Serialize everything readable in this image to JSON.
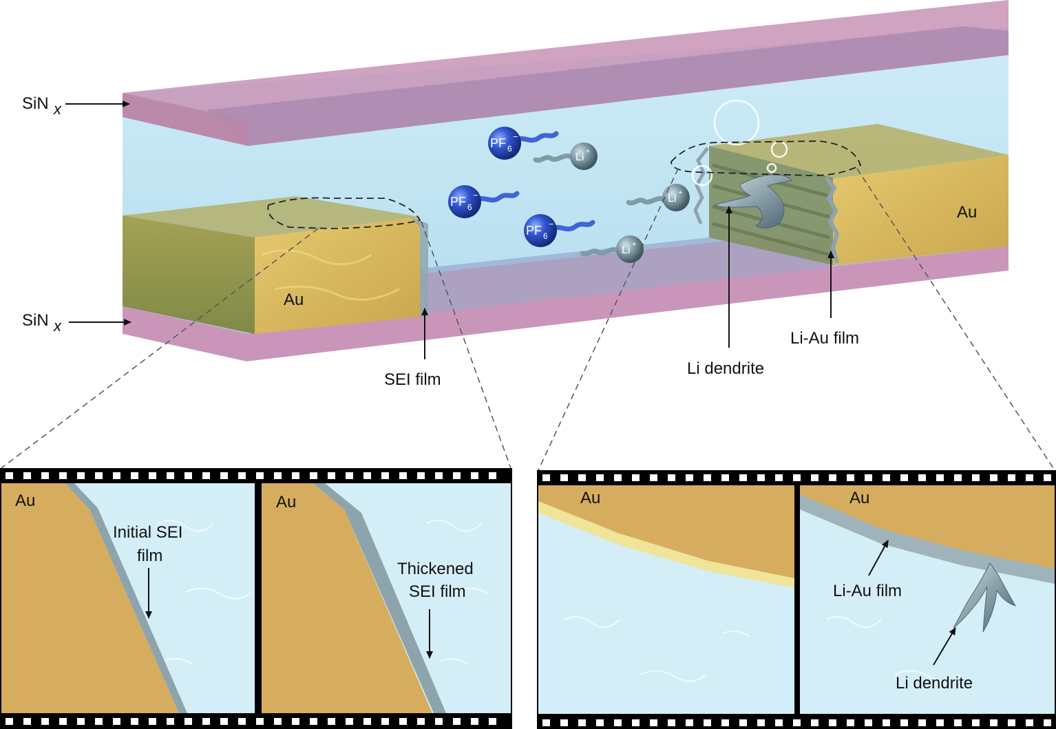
{
  "colors": {
    "sinx": "#c98fb8",
    "sinx_dark": "#a57a9a",
    "electrolyte": "#bfe4f2",
    "gold": "#d9b25a",
    "gold_dark": "#8f8a45",
    "sei": "#8fa3ad",
    "pf6_ion": "#2f4fc2",
    "li_ion": "#6e8a96",
    "film_strip": "#000000"
  },
  "top_diagram": {
    "label_sinx_top": "SiN",
    "label_sinx_bottom": "SiN",
    "sinx_subscript": "x",
    "label_au_left": "Au",
    "label_au_right": "Au",
    "label_sei_film": "SEI film",
    "label_li_dendrite": "Li dendrite",
    "label_li_au_film": "Li-Au film",
    "ion_pf6": "PF",
    "ion_pf6_sub": "6",
    "ion_pf6_sup": "−",
    "ion_li": "Li",
    "ion_li_sup": "+"
  },
  "left_strip": {
    "frame1_au": "Au",
    "frame1_label_line1": "Initial SEI",
    "frame1_label_line2": "film",
    "frame2_au": "Au",
    "frame2_label_line1": "Thickened",
    "frame2_label_line2": "SEI film"
  },
  "right_strip": {
    "frame1_au": "Au",
    "frame2_au": "Au",
    "frame2_label_li_au": "Li-Au film",
    "frame2_label_dendrite": "Li dendrite"
  }
}
